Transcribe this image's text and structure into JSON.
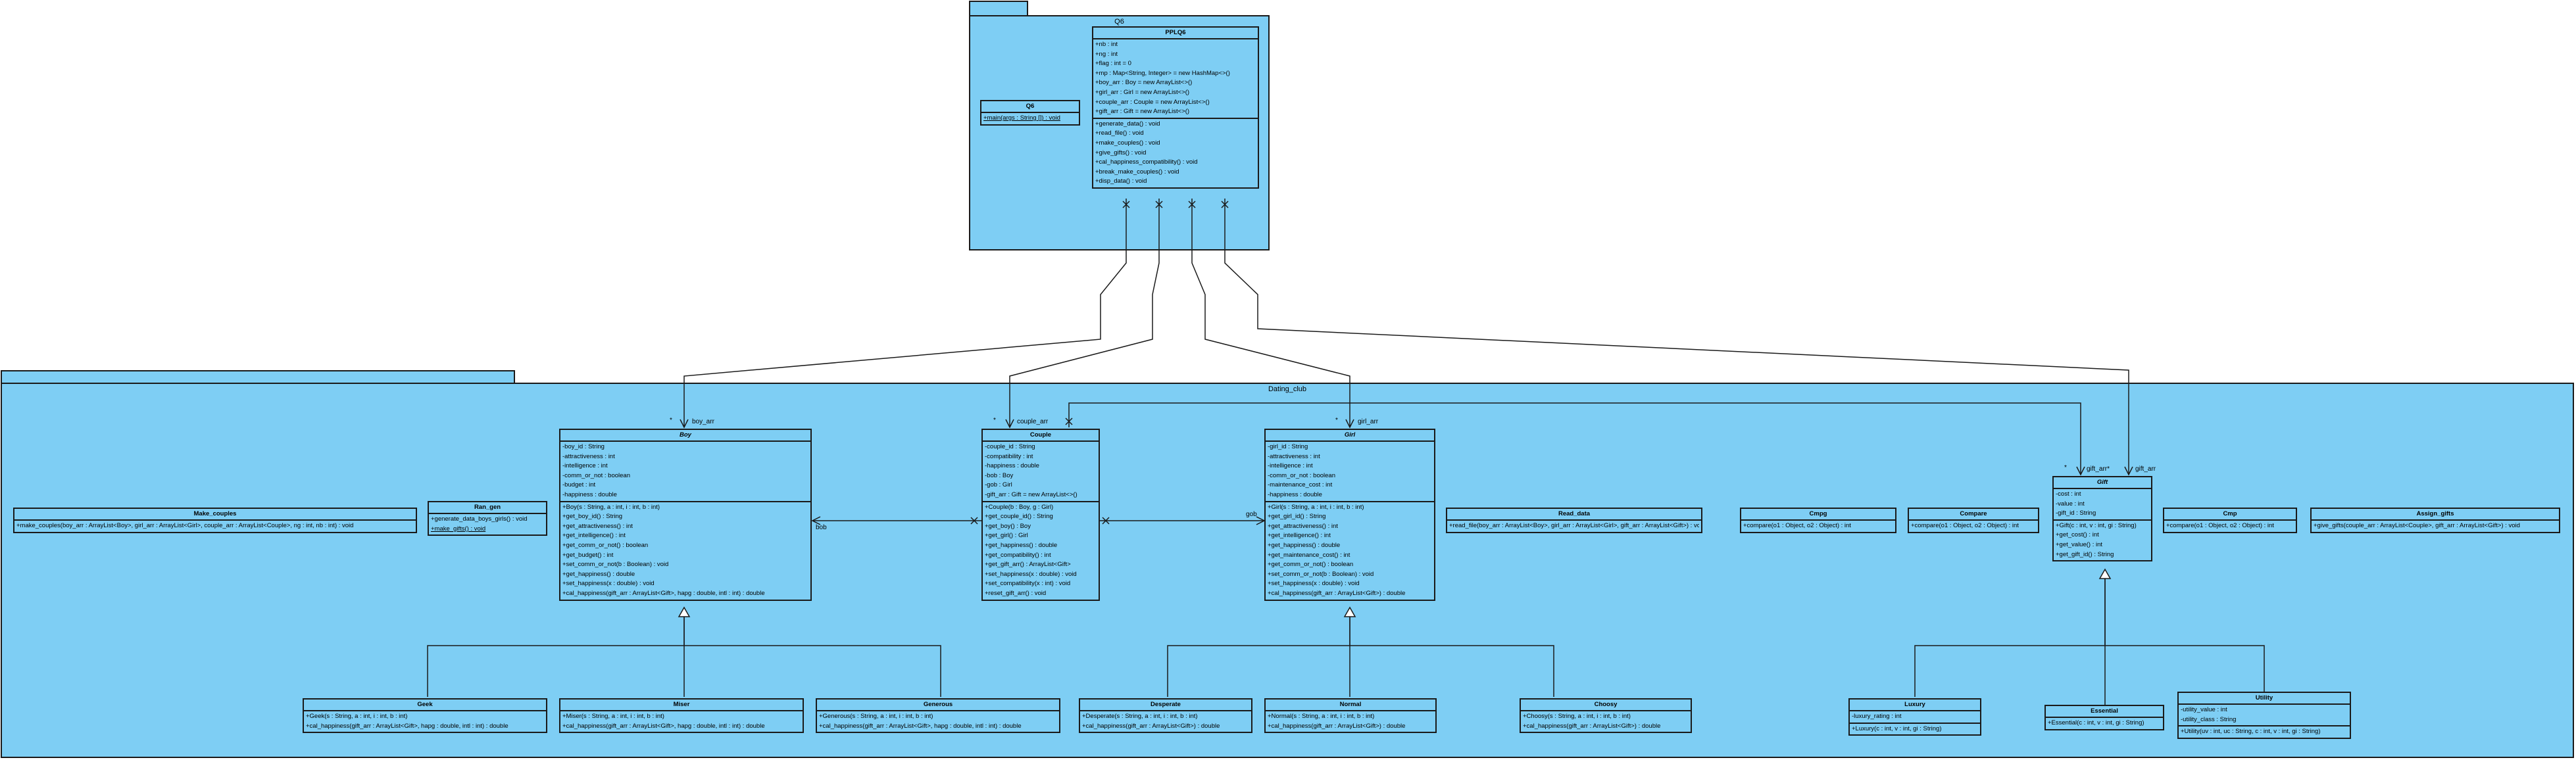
{
  "packages": {
    "q6": {
      "name": "Q6"
    },
    "dating": {
      "name": "Dating_club"
    }
  },
  "classes": {
    "pplq6": {
      "name": "PPLQ6",
      "attrs": [
        "+nb : int",
        "+ng : int",
        "+flag : int = 0",
        "+mp : Map<String, Integer> = new HashMap<>()",
        "+boy_arr : Boy = new ArrayList<>()",
        "+girl_arr : Girl = new ArrayList<>()",
        "+couple_arr : Couple = new ArrayList<>()",
        "+gift_arr : Gift = new ArrayList<>()"
      ],
      "ops": [
        "+generate_data() : void",
        "+read_file() : void",
        "+make_couples() : void",
        "+give_gifts() : void",
        "+cal_happiness_compatibility() : void",
        "+break_make_couples() : void",
        "+disp_data() : void"
      ]
    },
    "q6": {
      "name": "Q6",
      "attrs": [],
      "ops": [
        "+main(args : String []) : void"
      ]
    },
    "make_couples": {
      "name": "Make_couples",
      "attrs": [],
      "ops": [
        "+make_couples(boy_arr : ArrayList<Boy>, girl_arr : ArrayList<Girl>, couple_arr : ArrayList<Couple>, ng : int, nb : int) : void"
      ]
    },
    "ran_gen": {
      "name": "Ran_gen",
      "attrs": [],
      "ops": [
        "+generate_data_boys_girls() : void",
        "+make_gifts() : void"
      ]
    },
    "boy": {
      "name": "Boy",
      "attrs": [
        "-boy_id : String",
        "-attractiveness : int",
        "-intelligence : int",
        "-comm_or_not : boolean",
        "-budget : int",
        "-happiness : double"
      ],
      "ops": [
        "+Boy(s : String, a : int, i : int, b : int)",
        "+get_boy_id() : String",
        "+get_attractiveness() : int",
        "+get_intelligence() : int",
        "+get_comm_or_not() : boolean",
        "+get_budget() : int",
        "+set_comm_or_not(b : Boolean) : void",
        "+get_happiness() : double",
        "+set_happiness(x : double) : void",
        "+cal_happiness(gift_arr : ArrayList<Gift>, hapg : double, intl : int) : double"
      ]
    },
    "couple": {
      "name": "Couple",
      "attrs": [
        "-couple_id : String",
        "-compatibility : int",
        "-happiness : double",
        "-bob : Boy",
        "-gob : Girl",
        "-gift_arr : Gift = new ArrayList<>()"
      ],
      "ops": [
        "+Couple(b : Boy, g : Girl)",
        "+get_couple_id() : String",
        "+get_boy() : Boy",
        "+get_girl() : Girl",
        "+get_happiness() : double",
        "+get_compatibility() : int",
        "+get_gift_arr() : ArrayList<Gift>",
        "+set_happiness(x : double) : void",
        "+set_compatibility(x : int) : void",
        "+reset_gift_arr() : void"
      ]
    },
    "girl": {
      "name": "Girl",
      "attrs": [
        "-girl_id : String",
        "-attractiveness : int",
        "-intelligence : int",
        "-comm_or_not : boolean",
        "-maintenance_cost : int",
        "-happiness : double"
      ],
      "ops": [
        "+Girl(s : String, a : int, i : int, b : int)",
        "+get_girl_id() : String",
        "+get_attractiveness() : int",
        "+get_intelligence() : int",
        "+get_happiness() : double",
        "+get_maintenance_cost() : int",
        "+get_comm_or_not() : boolean",
        "+set_comm_or_not(b : Boolean) : void",
        "+set_happiness(x : double) : void",
        "+cal_happiness(gift_arr : ArrayList<Gift>) : double"
      ]
    },
    "read_data": {
      "name": "Read_data",
      "attrs": [],
      "ops": [
        "+read_file(boy_arr : ArrayList<Boy>, girl_arr : ArrayList<Girl>, gift_arr : ArrayList<Gift>) : void"
      ]
    },
    "cmpg": {
      "name": "Cmpg",
      "attrs": [],
      "ops": [
        "+compare(o1 : Object, o2 : Object) : int"
      ]
    },
    "compare": {
      "name": "Compare",
      "attrs": [],
      "ops": [
        "+compare(o1 : Object, o2 : Object) : int"
      ]
    },
    "gift": {
      "name": "Gift",
      "attrs": [
        "-cost : int",
        "-value : int",
        "-gift_id : String"
      ],
      "ops": [
        "+Gift(c : int, v : int, gi : String)",
        "+get_cost() : int",
        "+get_value() : int",
        "+get_gift_id() : String"
      ]
    },
    "cmp": {
      "name": "Cmp",
      "attrs": [],
      "ops": [
        "+compare(o1 : Object, o2 : Object) : int"
      ]
    },
    "assign_gifts": {
      "name": "Assign_gifts",
      "attrs": [],
      "ops": [
        "+give_gifts(couple_arr : ArrayList<Couple>, gift_arr : ArrayList<Gift>) : void"
      ]
    },
    "geek": {
      "name": "Geek",
      "attrs": [],
      "ops": [
        "+Geek(s : String, a : int, i : int, b : int)",
        "+cal_happiness(gift_arr : ArrayList<Gift>, hapg : double, intl : int) : double"
      ]
    },
    "miser": {
      "name": "Miser",
      "attrs": [],
      "ops": [
        "+Miser(s : String, a : int, i : int, b : int)",
        "+cal_happiness(gift_arr : ArrayList<Gift>, hapg : double, intl : int) : double"
      ]
    },
    "generous": {
      "name": "Generous",
      "attrs": [],
      "ops": [
        "+Generous(s : String, a : int, i : int, b : int)",
        "+cal_happiness(gift_arr : ArrayList<Gift>, hapg : double, intl : int) : double"
      ]
    },
    "desperate": {
      "name": "Desperate",
      "attrs": [],
      "ops": [
        "+Desperate(s : String, a : int, i : int, b : int)",
        "+cal_happiness(gift_arr : ArrayList<Gift>) : double"
      ]
    },
    "normal": {
      "name": "Normal",
      "attrs": [],
      "ops": [
        "+Normal(s : String, a : int, i : int, b : int)",
        "+cal_happiness(gift_arr : ArrayList<Gift>) : double"
      ]
    },
    "choosy": {
      "name": "Choosy",
      "attrs": [],
      "ops": [
        "+Choosy(s : String, a : int, i : int, b : int)",
        "+cal_happiness(gift_arr : ArrayList<Gift>) : double"
      ]
    },
    "luxury": {
      "name": "Luxury",
      "attrs": [
        "-luxury_rating : int"
      ],
      "ops": [
        "+Luxury(c : int, v : int, gi : String)"
      ]
    },
    "essential": {
      "name": "Essential",
      "attrs": [],
      "ops": [
        "+Essential(c : int, v : int, gi : String)"
      ]
    },
    "utility": {
      "name": "Utility",
      "attrs": [
        "-utility_value : int",
        "-utility_class : String"
      ],
      "ops": [
        "+Utility(uv : int, uc : String, c : int, v : int, gi : String)"
      ]
    }
  },
  "edge_labels": {
    "boy_mult": "*",
    "boy_role": "boy_arr",
    "couple_mult": "*",
    "couple_role": "couple_arr",
    "girl_mult": "*",
    "girl_role": "girl_arr",
    "gift_mult": "*",
    "gift_role1": "gift_arr*",
    "gift_role2": "gift_arr",
    "bob": "bob",
    "gob": "gob"
  }
}
